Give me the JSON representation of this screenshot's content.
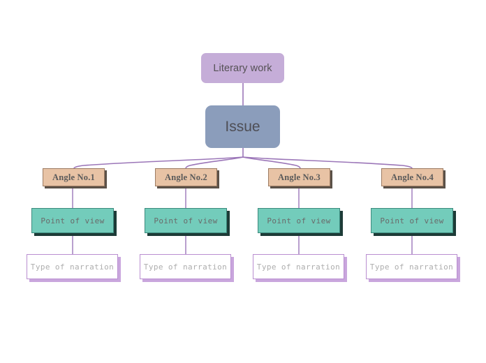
{
  "diagram": {
    "title_node": {
      "label": "Literary work",
      "fill": "#c5add8",
      "text_color": "#555155"
    },
    "issue_node": {
      "label": "Issue",
      "fill": "#8b9dbb",
      "text_color": "#4e4e55"
    },
    "branches": [
      {
        "angle_label": "Angle No.1",
        "pov_label": "Point of view",
        "narration_label": "Type of narration"
      },
      {
        "angle_label": "Angle No.2",
        "pov_label": "Point of view",
        "narration_label": "Type of narration"
      },
      {
        "angle_label": "Angle No.3",
        "pov_label": "Point of view",
        "narration_label": "Type of narration"
      },
      {
        "angle_label": "Angle No.4",
        "pov_label": "Point of view",
        "narration_label": "Type of narration"
      }
    ],
    "colors": {
      "root_fill": "#c5add8",
      "issue_fill": "#8b9dbb",
      "angle_fill": "#e8c3a5",
      "angle_border": "#9d7c63",
      "angle_shadow": "#5b5148",
      "pov_fill": "#73ccbb",
      "pov_border": "#3c8a7d",
      "pov_shadow": "#1d3b37",
      "narration_fill": "#ffffff",
      "narration_border": "#b98ed0",
      "narration_shadow": "#c9a6dd",
      "connector": "#9b76b8",
      "background": "#ffffff"
    }
  }
}
